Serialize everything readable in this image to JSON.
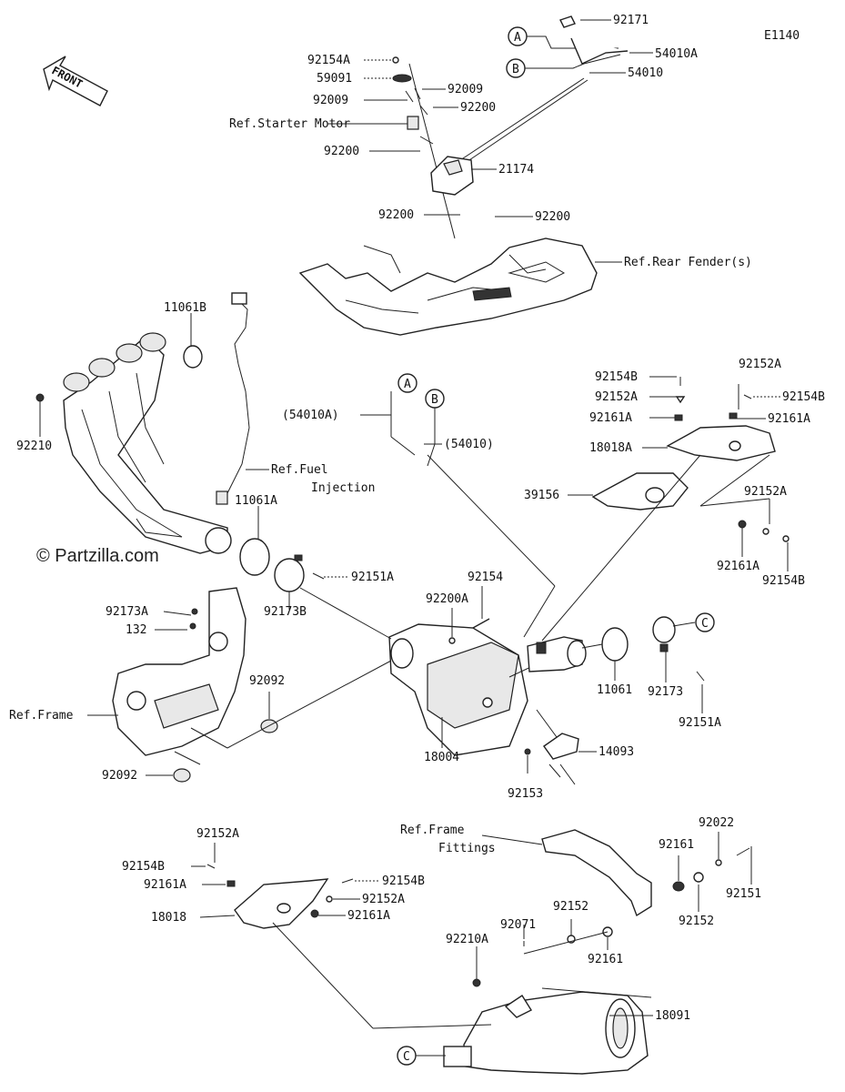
{
  "diagram_code": "E1140",
  "watermark": "© Partzilla.com",
  "front_label": "FRONT",
  "circle_refs": [
    "A",
    "B",
    "A",
    "B",
    "C",
    "C"
  ],
  "labels": {
    "p92171": "92171",
    "p54010A": "54010A",
    "p54010": "54010",
    "p92154A": "92154A",
    "p59091": "59091",
    "p92009a": "92009",
    "p92009b": "92009",
    "p92200a": "92200",
    "ref_starter": "Ref.Starter Motor",
    "p92200b": "92200",
    "p21174": "21174",
    "p92200c": "92200",
    "p92200d": "92200",
    "ref_rear_fender": "Ref.Rear Fender(s)",
    "p11061B": "11061B",
    "p92210": "92210",
    "ref_fuel_1": "Ref.Fuel",
    "ref_fuel_2": "Injection",
    "p11061A": "11061A",
    "p54010A_paren": "(54010A)",
    "p54010_paren": "(54010)",
    "p92154B_a": "92154B",
    "p92152A_a": "92152A",
    "p92152A_b": "92152A",
    "p92154B_b": "92154B",
    "p92161A_a": "92161A",
    "p92161A_b": "92161A",
    "p18018A": "18018A",
    "p39156": "39156",
    "p92152A_c": "92152A",
    "p92161A_c": "92161A",
    "p92154B_c": "92154B",
    "p92151A_a": "92151A",
    "p92173A": "92173A",
    "p132": "132",
    "p92173B": "92173B",
    "p92154": "92154",
    "p92200A": "92200A",
    "p11061": "11061",
    "p92173": "92173",
    "p92151A_b": "92151A",
    "p92092a": "92092",
    "ref_frame": "Ref.Frame",
    "p92092b": "92092",
    "p18004": "18004",
    "p14093": "14093",
    "p92153": "92153",
    "ref_frame_fit_1": "Ref.Frame",
    "ref_frame_fit_2": "Fittings",
    "p92022": "92022",
    "p92161": "92161",
    "p92151": "92151",
    "p92152a": "92152",
    "p92152b": "92152",
    "p92071": "92071",
    "p92210A": "92210A",
    "p92161b": "92161",
    "p18091": "18091",
    "p92152A_d": "92152A",
    "p92154B_d": "92154B",
    "p92161A_d": "92161A",
    "p18018": "18018",
    "p92154B_e": "92154B",
    "p92152A_e": "92152A",
    "p92161A_e": "92161A"
  }
}
